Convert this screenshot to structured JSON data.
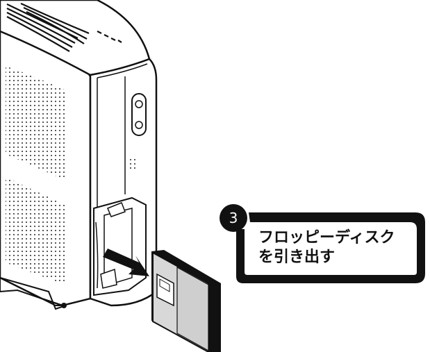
{
  "instruction": {
    "step_number": "3",
    "line1": "フロッピーディスク",
    "line2": "を引き出す"
  },
  "icons": {
    "pull_arrow": "arrow-right-icon"
  },
  "colors": {
    "ink": "#111111",
    "paper": "#ffffff",
    "shade": "#d8d8d8"
  }
}
